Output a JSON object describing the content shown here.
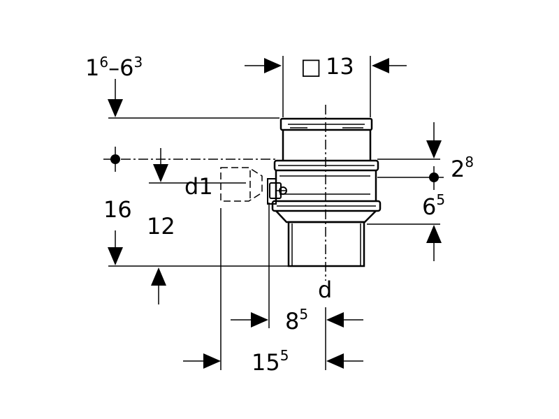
{
  "labels": {
    "top_left_base": "1",
    "top_left_sup1": "6",
    "top_left_dash": "–6",
    "top_left_sup2": "3",
    "square_symbol": "□",
    "square_value": "13",
    "right_top_base": "2",
    "right_top_sup": "8",
    "right_mid_base": "6",
    "right_mid_sup": "5",
    "d1": "d1",
    "left_16": "16",
    "left_12": "12",
    "center_d": "d",
    "bottom_85_base": "8",
    "bottom_85_sup": "5",
    "bottom_155_base": "15",
    "bottom_155_sup": "5"
  }
}
